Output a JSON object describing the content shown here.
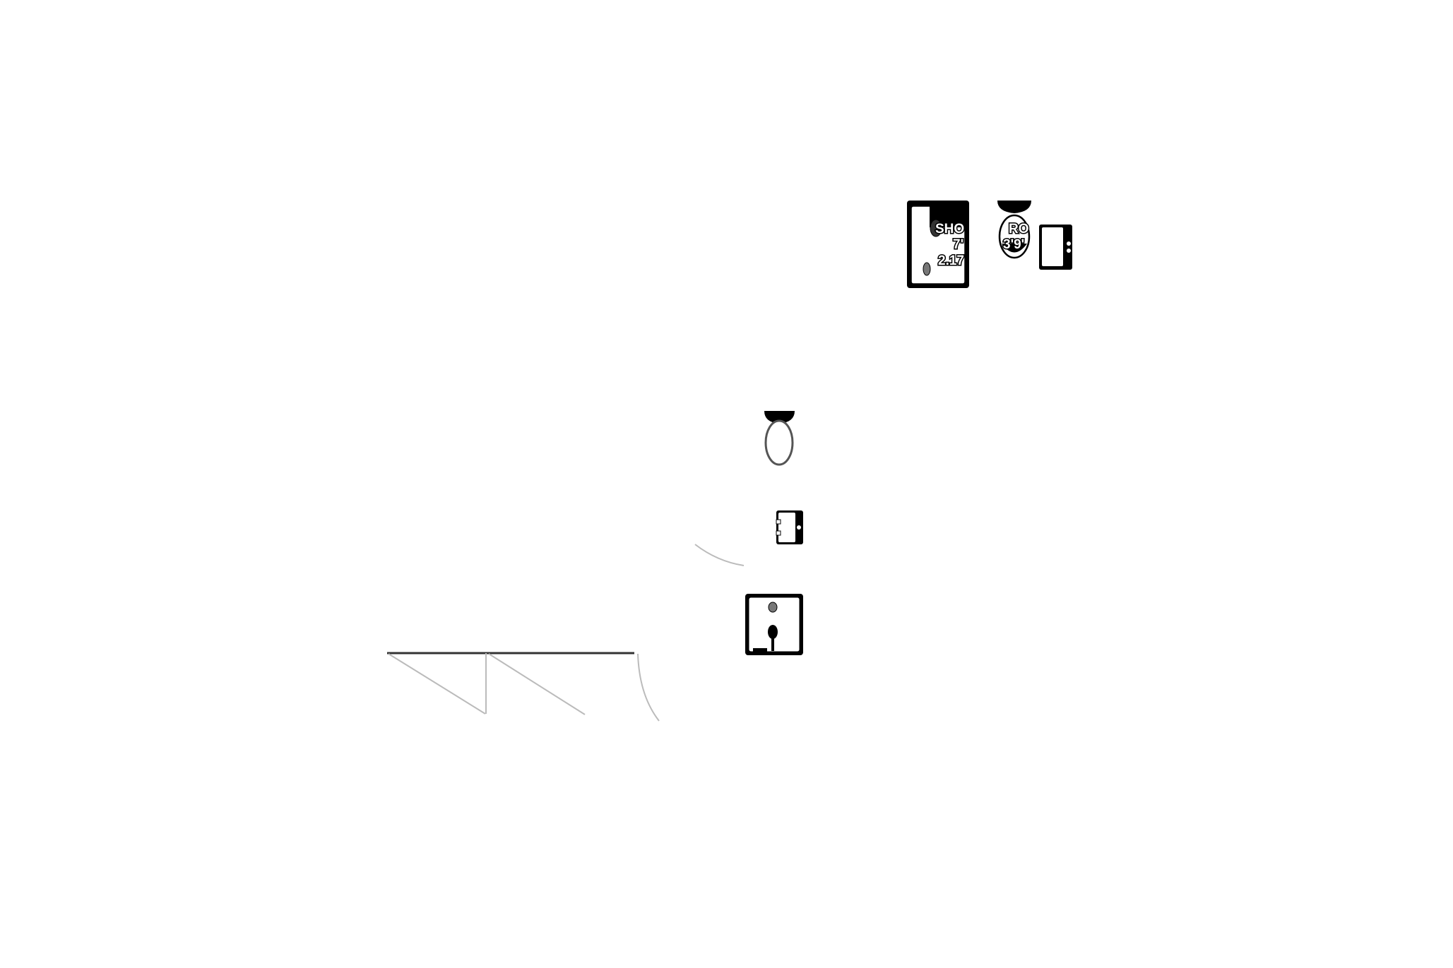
{
  "plan": {
    "colors": {
      "wall": "#333333",
      "fixture": "#000000",
      "door_swing": "#bbbbbb",
      "background": "#ffffff"
    },
    "fixtures": [
      {
        "type": "shower",
        "id": "shower-1"
      },
      {
        "type": "toilet",
        "id": "toilet-1"
      },
      {
        "type": "sink",
        "id": "sink-1"
      },
      {
        "type": "toilet",
        "id": "toilet-2"
      },
      {
        "type": "sink",
        "id": "sink-2"
      },
      {
        "type": "shower",
        "id": "shower-2"
      }
    ],
    "labels": {
      "shower_name": "SHO",
      "shower_dim1": "7'",
      "shower_dim2": "2.17",
      "room_name": "RO",
      "room_dim": "3'9'"
    }
  }
}
